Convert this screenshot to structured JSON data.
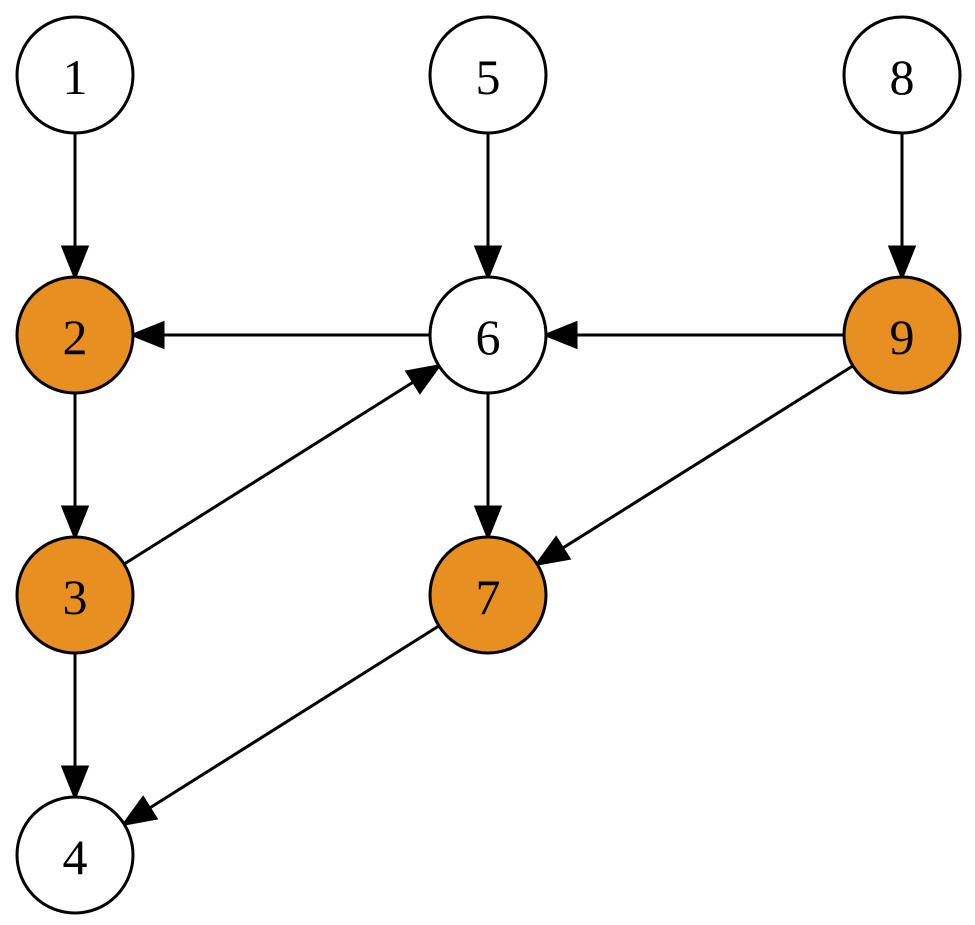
{
  "colors": {
    "highlight": "#e88f22",
    "default": "#ffffff",
    "stroke": "#000000"
  },
  "nodes": [
    {
      "id": "1",
      "label": "1",
      "highlighted": false
    },
    {
      "id": "2",
      "label": "2",
      "highlighted": true
    },
    {
      "id": "3",
      "label": "3",
      "highlighted": true
    },
    {
      "id": "4",
      "label": "4",
      "highlighted": false
    },
    {
      "id": "5",
      "label": "5",
      "highlighted": false
    },
    {
      "id": "6",
      "label": "6",
      "highlighted": false
    },
    {
      "id": "7",
      "label": "7",
      "highlighted": true
    },
    {
      "id": "8",
      "label": "8",
      "highlighted": false
    },
    {
      "id": "9",
      "label": "9",
      "highlighted": true
    }
  ],
  "edges": [
    {
      "from": "1",
      "to": "2"
    },
    {
      "from": "2",
      "to": "3"
    },
    {
      "from": "3",
      "to": "4"
    },
    {
      "from": "5",
      "to": "6"
    },
    {
      "from": "6",
      "to": "2"
    },
    {
      "from": "3",
      "to": "6"
    },
    {
      "from": "6",
      "to": "7"
    },
    {
      "from": "8",
      "to": "9"
    },
    {
      "from": "9",
      "to": "6"
    },
    {
      "from": "9",
      "to": "7"
    },
    {
      "from": "7",
      "to": "4"
    }
  ]
}
